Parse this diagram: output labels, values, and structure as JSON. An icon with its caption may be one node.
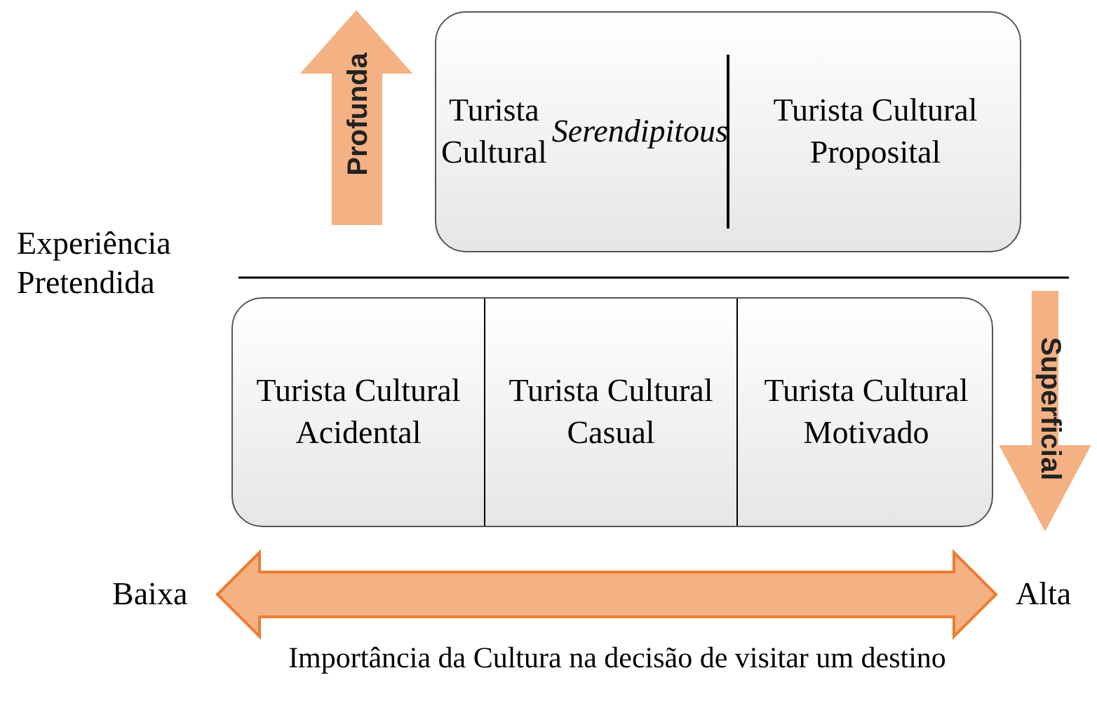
{
  "diagram": {
    "nodes": [
      {
        "text": [],
        "shape": "box"
      },
      {
        "text": [
          "Turista Cultural *Serendipitous*"
        ],
        "in": 0
      },
      {
        "text": [
          "Turista Cultural Proposital"
        ],
        "in": 0
      },
      {
        "text": [],
        "shape": "box"
      },
      {
        "text": [
          "Turista Cultural Acidental"
        ],
        "in": 3
      },
      {
        "text": [
          "Turista Cultural Casual"
        ],
        "in": 3
      },
      {
        "text": [
          "Turista Cultural Motivado"
        ],
        "in": 3
      }
    ],
    "edges": [],
    "labels": [
      "Profunda",
      "Experiência Pretendida",
      "Superficial",
      "Baixa",
      "Alta",
      "Importância da Cultura na decisão de visitar um destino"
    ]
  }
}
